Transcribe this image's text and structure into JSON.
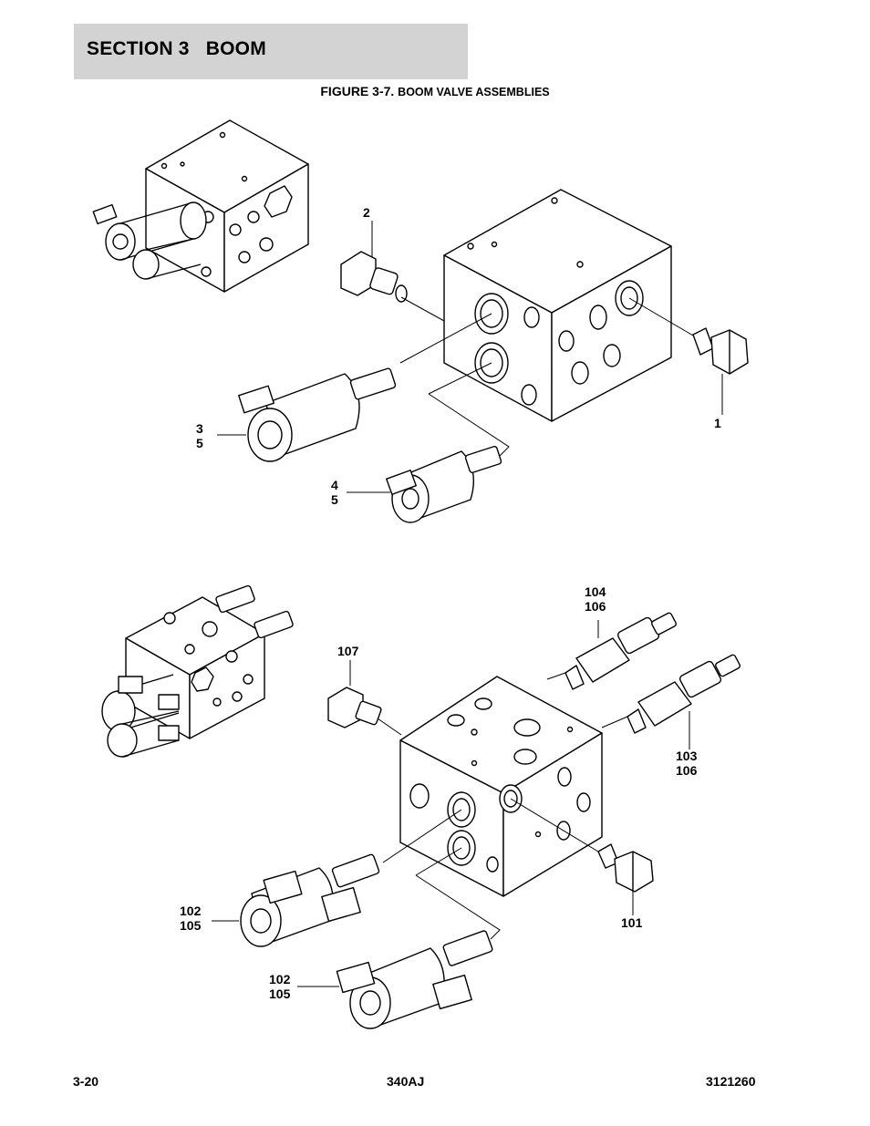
{
  "header": {
    "section": "SECTION 3",
    "title": "BOOM"
  },
  "figure": {
    "number": "FIGURE 3-7.",
    "title": "BOOM VALVE ASSEMBLIES"
  },
  "callouts": {
    "c1": "1",
    "c2": "2",
    "c3": "3",
    "c3b": "5",
    "c4": "4",
    "c4b": "5",
    "c104": "104",
    "c104b": "106",
    "c107": "107",
    "c103": "103",
    "c103b": "106",
    "c101": "101",
    "c102a": "102",
    "c102ab": "105",
    "c102b": "102",
    "c102bb": "105"
  },
  "footer": {
    "page": "3-20",
    "model": "340AJ",
    "doc_number": "3121260"
  }
}
